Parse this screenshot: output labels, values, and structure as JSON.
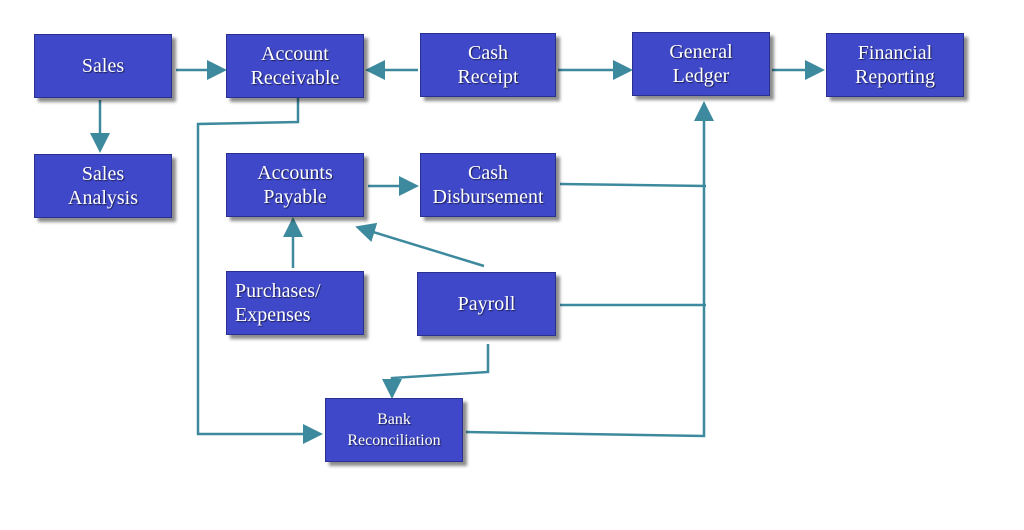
{
  "nodes": {
    "sales": "Sales",
    "account_receivable": "Account\nReceivable",
    "cash_receipt": "Cash\nReceipt",
    "general_ledger": "General\nLedger",
    "financial_reporting": "Financial\nReporting",
    "sales_analysis": "Sales\nAnalysis",
    "accounts_payable": "Accounts\nPayable",
    "cash_disbursement": "Cash\nDisbursement",
    "purchases_expenses": "Purchases/\nExpenses",
    "payroll": "Payroll",
    "bank_reconciliation": "Bank\nReconciliation"
  },
  "colors": {
    "node_fill": "#3f48c8",
    "connector": "#3d8a9e"
  }
}
